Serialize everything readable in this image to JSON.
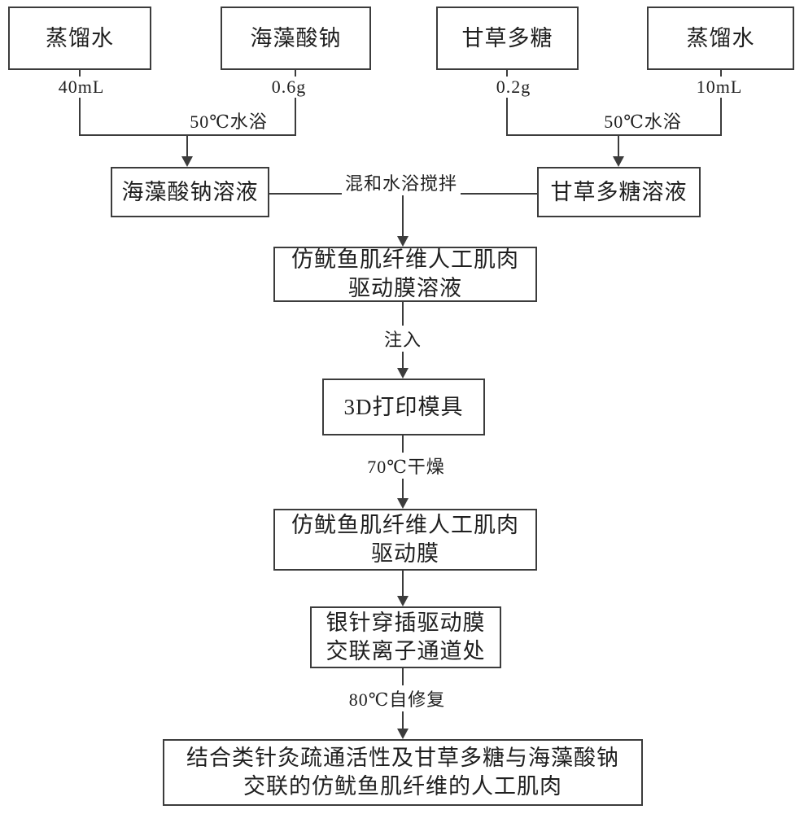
{
  "nodes": {
    "distilled_water_left": "蒸馏水",
    "sodium_alginate": "海藻酸钠",
    "licorice_polysaccharide": "甘草多糖",
    "distilled_water_right": "蒸馏水",
    "sodium_alginate_solution": "海藻酸钠溶液",
    "licorice_polysaccharide_solution": "甘草多糖溶液",
    "film_solution_line1": "仿鱿鱼肌纤维人工肌肉",
    "film_solution_line2": "驱动膜溶液",
    "printed_mold": "3D打印模具",
    "film_line1": "仿鱿鱼肌纤维人工肌肉",
    "film_line2": "驱动膜",
    "needle_line1": "银针穿插驱动膜",
    "needle_line2": "交联离子通道处",
    "final_line1": "结合类针灸疏通活性及甘草多糖与海藻酸钠",
    "final_line2": "交联的仿鱿鱼肌纤维的人工肌肉"
  },
  "edge_labels": {
    "water_left_amount": "40mL",
    "alginate_amount": "0.6g",
    "licorice_amount": "0.2g",
    "water_right_amount": "10mL",
    "bath_left": "50℃水浴",
    "bath_right": "50℃水浴",
    "mix_stir": "混和水浴搅拌",
    "inject": "注入",
    "dry": "70℃干燥",
    "self_heal": "80℃自修复"
  },
  "colors": {
    "line": "#3c3c3c",
    "box_border": "#3c3c3c",
    "text": "#1f1f1f",
    "background": "#ffffff"
  }
}
